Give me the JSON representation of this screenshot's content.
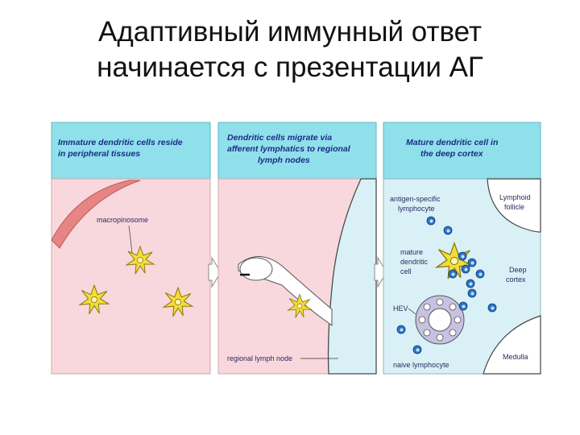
{
  "title": {
    "line1": "Адаптивный иммунный ответ",
    "line2": "начинается с презентации АГ"
  },
  "panels": [
    {
      "header_line1": "Immature dendritic cells reside",
      "header_line2": "in peripheral tissues",
      "header_line3": ""
    },
    {
      "header_line1": "Dendritic cells migrate via",
      "header_line2": "afferent lymphatics to regional",
      "header_line3": "lymph nodes"
    },
    {
      "header_line1": "Mature dendritic cell in",
      "header_line2": "the deep cortex",
      "header_line3": ""
    }
  ],
  "labels": {
    "macropinosome": "macropinosome",
    "regional_lymph_node": "regional lymph node",
    "antigen_specific_1": "antigen-specific",
    "antigen_specific_2": "lymphocyte",
    "lymphoid_1": "Lymphoid",
    "lymphoid_2": "follicle",
    "mature_1": "mature",
    "mature_2": "dendritic",
    "mature_3": "cell",
    "deep_1": "Deep",
    "deep_2": "cortex",
    "hev": "HEV",
    "naive_lymphocyte": "naive lymphocyte",
    "medulla": "Medulla"
  },
  "colors": {
    "header_bg": "#8fe0ea",
    "tissue_pink": "#f8d8dc",
    "lymph_blue": "#d9f1f6",
    "cell_yellow": "#f4dc3a",
    "lymphocyte_blue": "#2b74c9",
    "text_navy": "#1c2a8a",
    "vessel_red": "#d66a6a"
  }
}
